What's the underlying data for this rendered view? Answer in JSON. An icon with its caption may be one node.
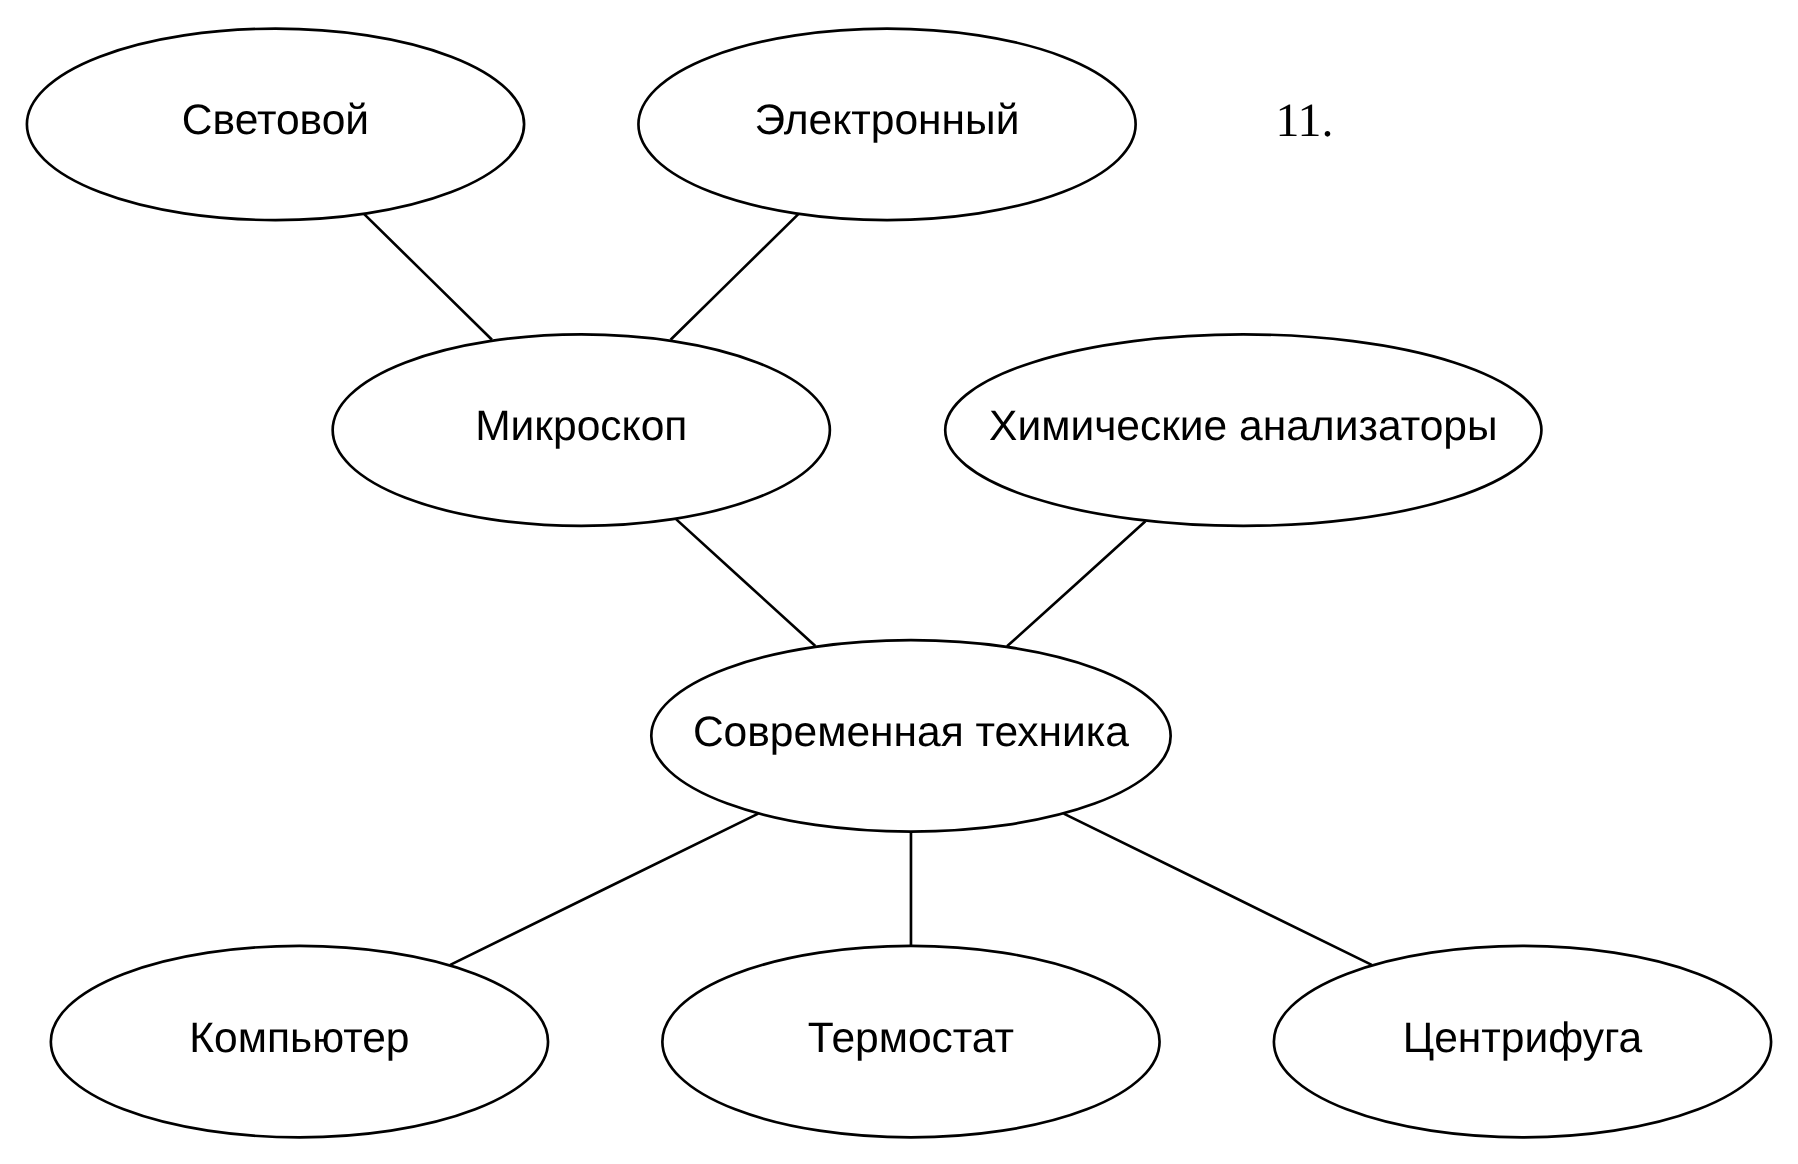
{
  "diagram": {
    "nodes": [
      {
        "text": [
          "Световой"
        ]
      },
      {
        "text": [
          "Электронный"
        ]
      },
      {
        "text": [
          "Химические анализаторы"
        ]
      },
      {
        "text": [
          "Микроскоп"
        ]
      },
      {
        "text": [
          "Современная техника"
        ]
      },
      {
        "text": [
          "Компьютер"
        ]
      },
      {
        "text": [
          "Термостат"
        ]
      },
      {
        "text": [
          "Центрифуга"
        ]
      }
    ],
    "edges": [
      {
        "from": 0,
        "to": 3,
        "arrow": "none"
      },
      {
        "from": 1,
        "to": 3,
        "arrow": "none"
      },
      {
        "from": 2,
        "to": 4,
        "arrow": "none"
      },
      {
        "from": 3,
        "to": 4,
        "arrow": "none"
      },
      {
        "from": 4,
        "to": 5,
        "arrow": "none"
      },
      {
        "from": 4,
        "to": 6,
        "arrow": "none"
      },
      {
        "from": 4,
        "to": 7,
        "arrow": "none"
      }
    ],
    "labels": [
      "11."
    ]
  }
}
